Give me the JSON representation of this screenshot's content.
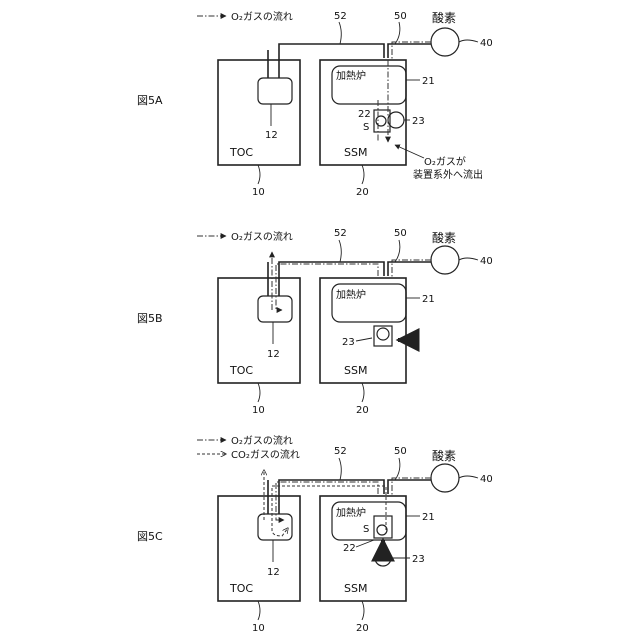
{
  "legend": {
    "o2_flow": "O₂ガスの流れ",
    "co2_flow": "CO₂ガスの流れ"
  },
  "labels": {
    "toc": "TOC",
    "ssm": "SSM",
    "furnace": "加熱炉",
    "oxygen": "酸素",
    "n10": "10",
    "n12": "12",
    "n20": "20",
    "n21": "21",
    "n22": "22",
    "n23": "23",
    "n40": "40",
    "n50": "50",
    "n52": "52",
    "sample": "S",
    "exhaust_line1": "O₂ガスが",
    "exhaust_line2": "装置系外へ流出"
  },
  "figures": [
    {
      "id": "5A",
      "title": "図5A"
    },
    {
      "id": "5B",
      "title": "図5B"
    },
    {
      "id": "5C",
      "title": "図5C"
    }
  ]
}
